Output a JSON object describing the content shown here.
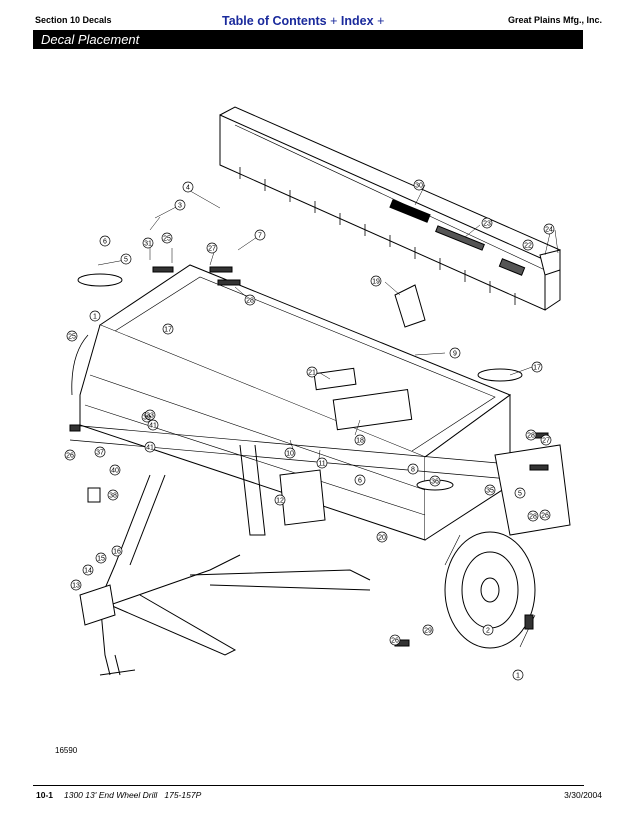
{
  "header": {
    "section": "Section 10 Decals",
    "toc_link": "Table of Contents",
    "index_link": "Index",
    "company": "Great Plains Mfg., Inc."
  },
  "banner": {
    "title": "Decal Placement"
  },
  "figure": {
    "number": "16590",
    "callouts": [
      "1",
      "2",
      "3",
      "4",
      "5",
      "5",
      "6",
      "6",
      "7",
      "7",
      "8",
      "9",
      "9",
      "10",
      "11",
      "12",
      "13",
      "14",
      "15",
      "16",
      "17",
      "17",
      "18",
      "19",
      "20",
      "21",
      "22",
      "23",
      "24",
      "25",
      "26",
      "26",
      "26",
      "27",
      "27",
      "28",
      "28",
      "29",
      "30",
      "31",
      "32",
      "33",
      "34",
      "35",
      "36",
      "37",
      "38",
      "39",
      "40",
      "41"
    ]
  },
  "footer": {
    "page": "10-1",
    "title": "1300 13' End Wheel Drill   175-157P",
    "date": "3/30/2004"
  }
}
